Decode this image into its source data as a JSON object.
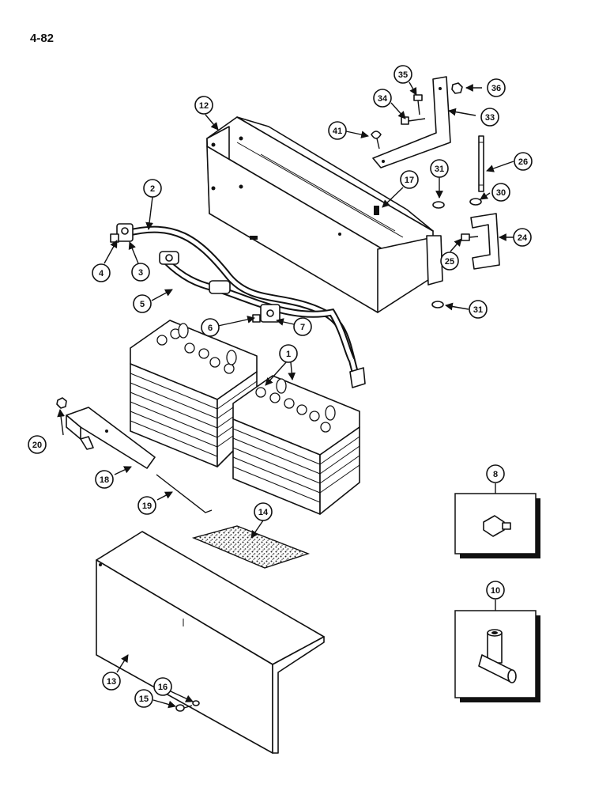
{
  "page_number": "4-82",
  "callouts": [
    "1",
    "2",
    "3",
    "4",
    "5",
    "6",
    "7",
    "8",
    "10",
    "12",
    "13",
    "14",
    "15",
    "16",
    "17",
    "18",
    "19",
    "20",
    "24",
    "25",
    "26",
    "30",
    "31",
    "31",
    "33",
    "34",
    "35",
    "36",
    "41"
  ],
  "inset_labels": {
    "detail_a": "8",
    "detail_b": "10"
  }
}
